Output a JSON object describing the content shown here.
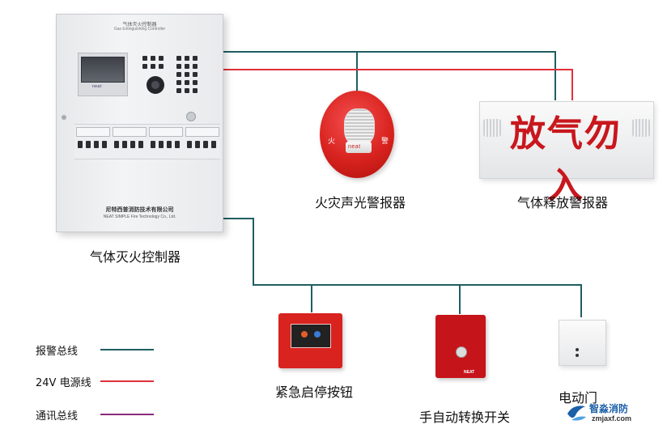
{
  "controller": {
    "label": "气体灭火控制器",
    "panel_title_cn": "气体灭火控制器",
    "panel_title_en": "Gas Extinguishing Controller",
    "brand": "neat",
    "company_cn": "尼特西普消防技术有限公司",
    "company_en": "NEAT SIMPLE Fire Technology Co., Ltd."
  },
  "alarm_horn": {
    "label": "火灾声光警报器",
    "brand": "neat",
    "char_left": "火",
    "char_right": "警"
  },
  "release_sign": {
    "label": "气体释放警报器",
    "text": "放气勿入"
  },
  "estop": {
    "label": "紧急启停按钮"
  },
  "switch": {
    "label": "手自动转换开关",
    "brand": "NEAT"
  },
  "door": {
    "label": "电动门"
  },
  "legend": [
    {
      "label": "报警总线",
      "color": "#1f5e62"
    },
    {
      "label": "24V 电源线",
      "color": "#e0303a"
    },
    {
      "label": "通讯总线",
      "color": "#8c2a7a"
    }
  ],
  "watermark": {
    "cn": "智淼消防",
    "en": "zmjaxf.com"
  },
  "colors": {
    "alarm_bus": "#1f5e62",
    "power_line": "#e0303a",
    "comm_bus": "#8c2a7a",
    "device_red": "#d8231f"
  }
}
